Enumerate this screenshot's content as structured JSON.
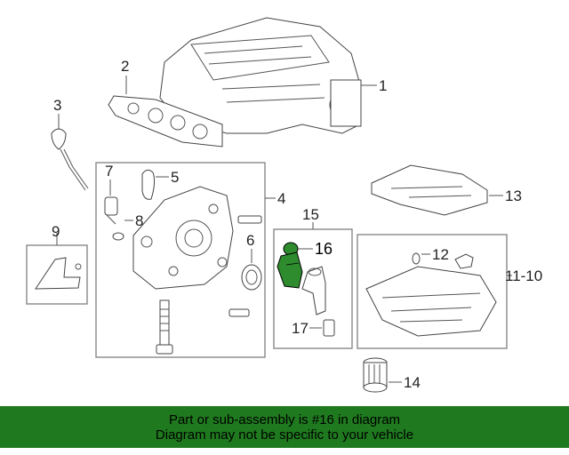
{
  "diagram": {
    "callouts": {
      "c1": "1",
      "c2": "2",
      "c3": "3",
      "c4": "4",
      "c5": "5",
      "c6": "6",
      "c7": "7",
      "c8": "8",
      "c9": "9",
      "c10": "11-10",
      "c12": "12",
      "c13": "13",
      "c14": "14",
      "c15": "15",
      "c16": "16",
      "c17": "17"
    },
    "highlight_color": "#2e8b2e"
  },
  "banner": {
    "line1": "Part or sub-assembly is #16 in diagram",
    "line2": "Diagram may not be specific to your vehicle",
    "background": "#1f7a1f"
  }
}
